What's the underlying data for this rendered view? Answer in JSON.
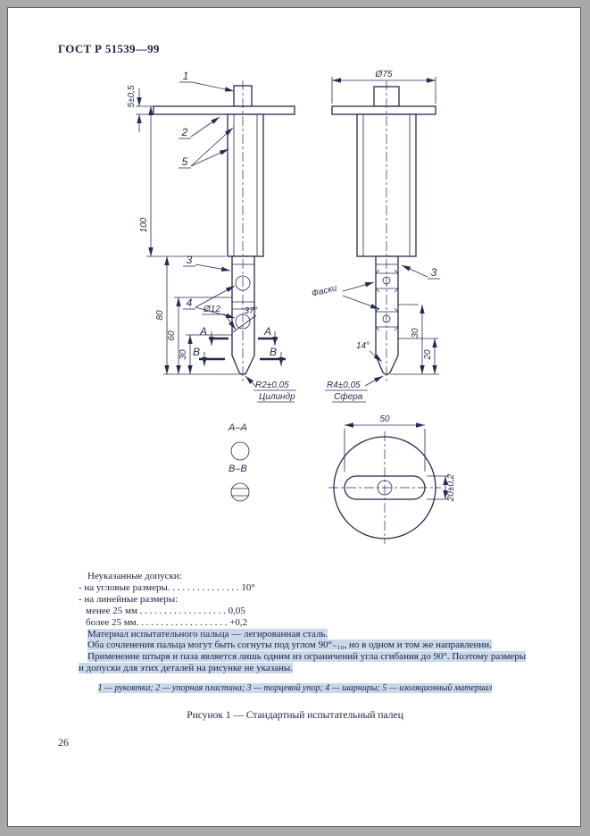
{
  "page": {
    "header": "ГОСТ Р 51539—99",
    "number": "26"
  },
  "drawing": {
    "callouts": {
      "n1": "1",
      "n2": "2",
      "n5": "5",
      "n3": "3",
      "n4": "4",
      "n3r": "3"
    },
    "left": {
      "t5": "5±0,5",
      "t100": "100",
      "t80": "80",
      "t60": "60",
      "t30": "30",
      "dia": "Ø12",
      "ang": "37°",
      "tip_r": "R2±0,05",
      "tip_word": "Цилиндр"
    },
    "right": {
      "dia": "Ø75",
      "chamfer": "Фаски",
      "ang": "14°",
      "t30": "30",
      "t20": "20",
      "tip_r": "R4±0,05",
      "tip_word": "Сфера"
    },
    "marks": {
      "a": "A",
      "b": "B"
    },
    "sections": {
      "aa": "A–A",
      "bb": "B–B"
    },
    "bottom": {
      "t50": "50",
      "t20": "20±0,2"
    }
  },
  "notes": {
    "lines": [
      "Неуказанные допуски:",
      "- на угловые размеры. . . . . . . . . . . . . . .    10°",
      "- на линейные размеры:",
      "менее 25 мм . . . . . . . . . . . . . . . . . .    0,05",
      "более 25 мм. . . . . . . . . . . . . . . . . . .    +0,2",
      "Материал испытательного пальца — легированная сталь.",
      "Оба сочленения пальца могут быть согнуты под углом 90°₋₁₀, но в одном и том же направлении.",
      "Применение штыря и паза является лишь одним из ограничений угла сгибания до 90°. Поэтому размеры",
      "и допуски для этих деталей на рисунке не указаны."
    ]
  },
  "legend": "1 — рукоятка; 2 — упорная пластина; 3 — торцевой упор; 4 — шарниры; 5 — изоляционный материал",
  "caption": "Рисунок 1 — Стандартный испытательный палец"
}
